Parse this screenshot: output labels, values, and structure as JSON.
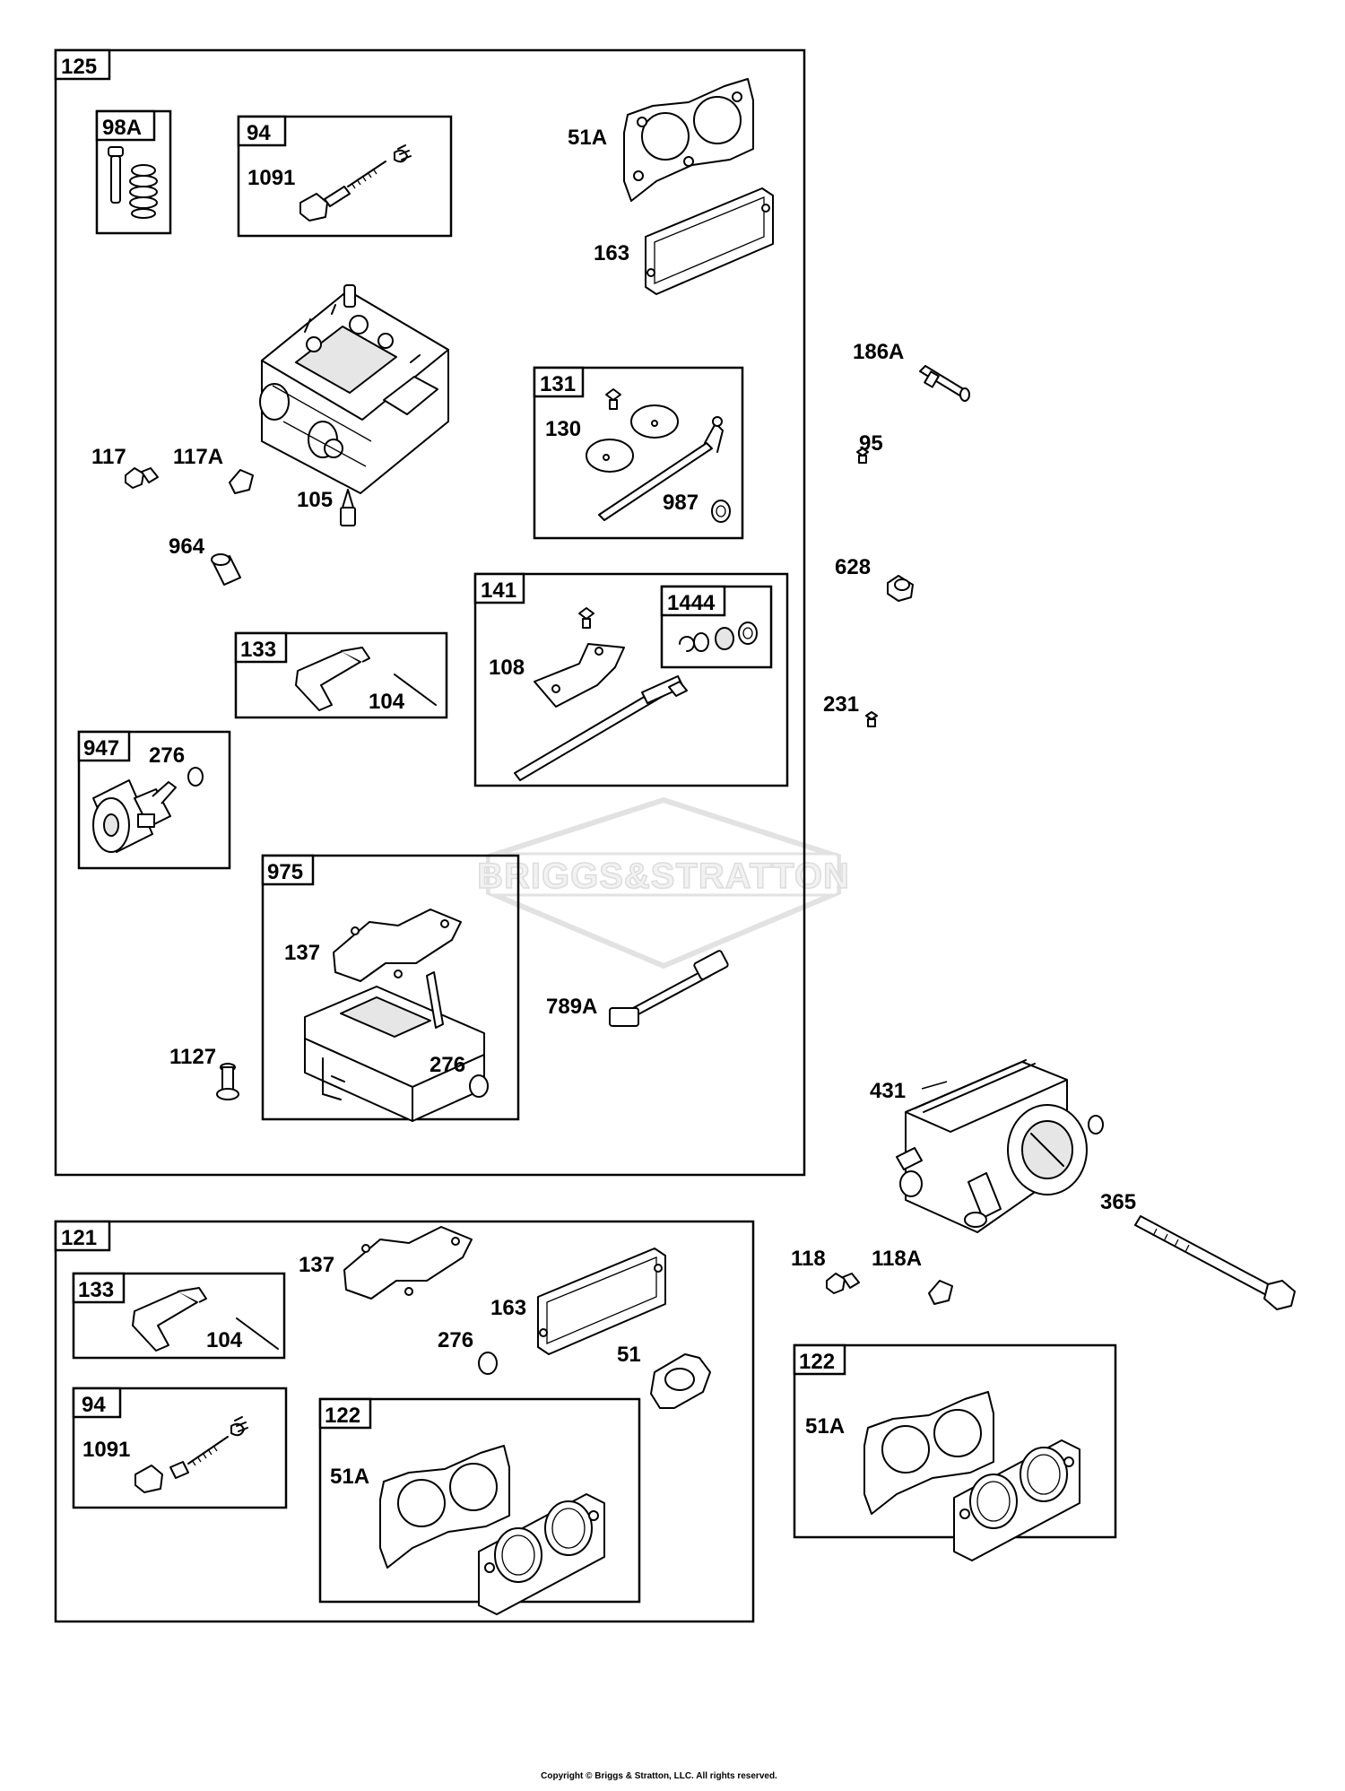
{
  "groups": {
    "g125": "125",
    "g98A": "98A",
    "g94a": "94",
    "g131": "131",
    "g141": "141",
    "g1444": "1444",
    "g133a": "133",
    "g947": "947",
    "g975": "975",
    "g121": "121",
    "g133b": "133",
    "g94b": "94",
    "g122a": "122",
    "g122b": "122"
  },
  "labels": {
    "p51A_top": "51A",
    "p163_top": "163",
    "p1091_a": "1091",
    "p131_130": "130",
    "p987": "987",
    "p117": "117",
    "p117A": "117A",
    "p105": "105",
    "p964": "964",
    "p108": "108",
    "p104_a": "104",
    "p276_a": "276",
    "p137_a": "137",
    "p276_b": "276",
    "p1127": "1127",
    "p789A": "789A",
    "p186A": "186A",
    "p95": "95",
    "p628": "628",
    "p231": "231",
    "p431": "431",
    "p365": "365",
    "p118": "118",
    "p118A": "118A",
    "p137_b": "137",
    "p163_b": "163",
    "p276_c": "276",
    "p51": "51",
    "p104_b": "104",
    "p1091_b": "1091",
    "p51A_b": "51A",
    "p51A_c": "51A"
  },
  "watermark": "BRIGGS&STRATTON",
  "copyright": "Copyright © Briggs & Stratton, LLC. All rights reserved.",
  "colors": {
    "line": "#000000",
    "background": "#ffffff",
    "watermark": "#dcdcdc"
  }
}
